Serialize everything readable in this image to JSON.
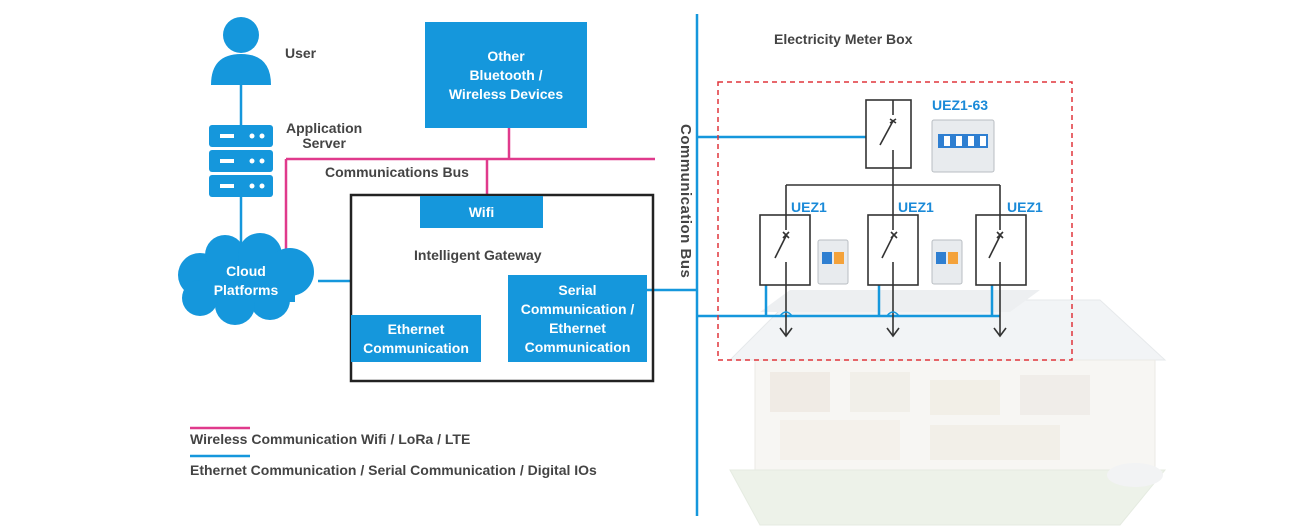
{
  "labels": {
    "user": "User",
    "application_server": [
      "Application",
      "Server"
    ],
    "communications_bus": "Communications Bus",
    "intelligent_gateway": "Intelligent Gateway",
    "cloud_platforms": [
      "Cloud",
      "Platforms"
    ],
    "communication_bus_vertical": "Communication Bus",
    "electricity_meter_box": "Electricity Meter Box",
    "main_breaker_model": "UEZ1-63",
    "branch_breaker_model_1": "UEZ1",
    "branch_breaker_model_2": "UEZ1",
    "branch_breaker_model_3": "UEZ1"
  },
  "boxes": {
    "other_devices": [
      "Other",
      "Bluetooth /",
      "Wireless Devices"
    ],
    "wifi": "Wifi",
    "ethernet": [
      "Ethernet",
      "Communication"
    ],
    "serial": [
      "Serial",
      "Communication /",
      "Ethernet",
      "Communication"
    ]
  },
  "legend": {
    "wireless": "Wireless Communication Wifi / LoRa / LTE",
    "wired": "Ethernet Communication / Serial Communication / Digital IOs"
  },
  "colors": {
    "blue": "#1597dc",
    "pink": "#e03a8c",
    "gateway_border": "#222222",
    "meter_box_border": "#e0353b"
  }
}
